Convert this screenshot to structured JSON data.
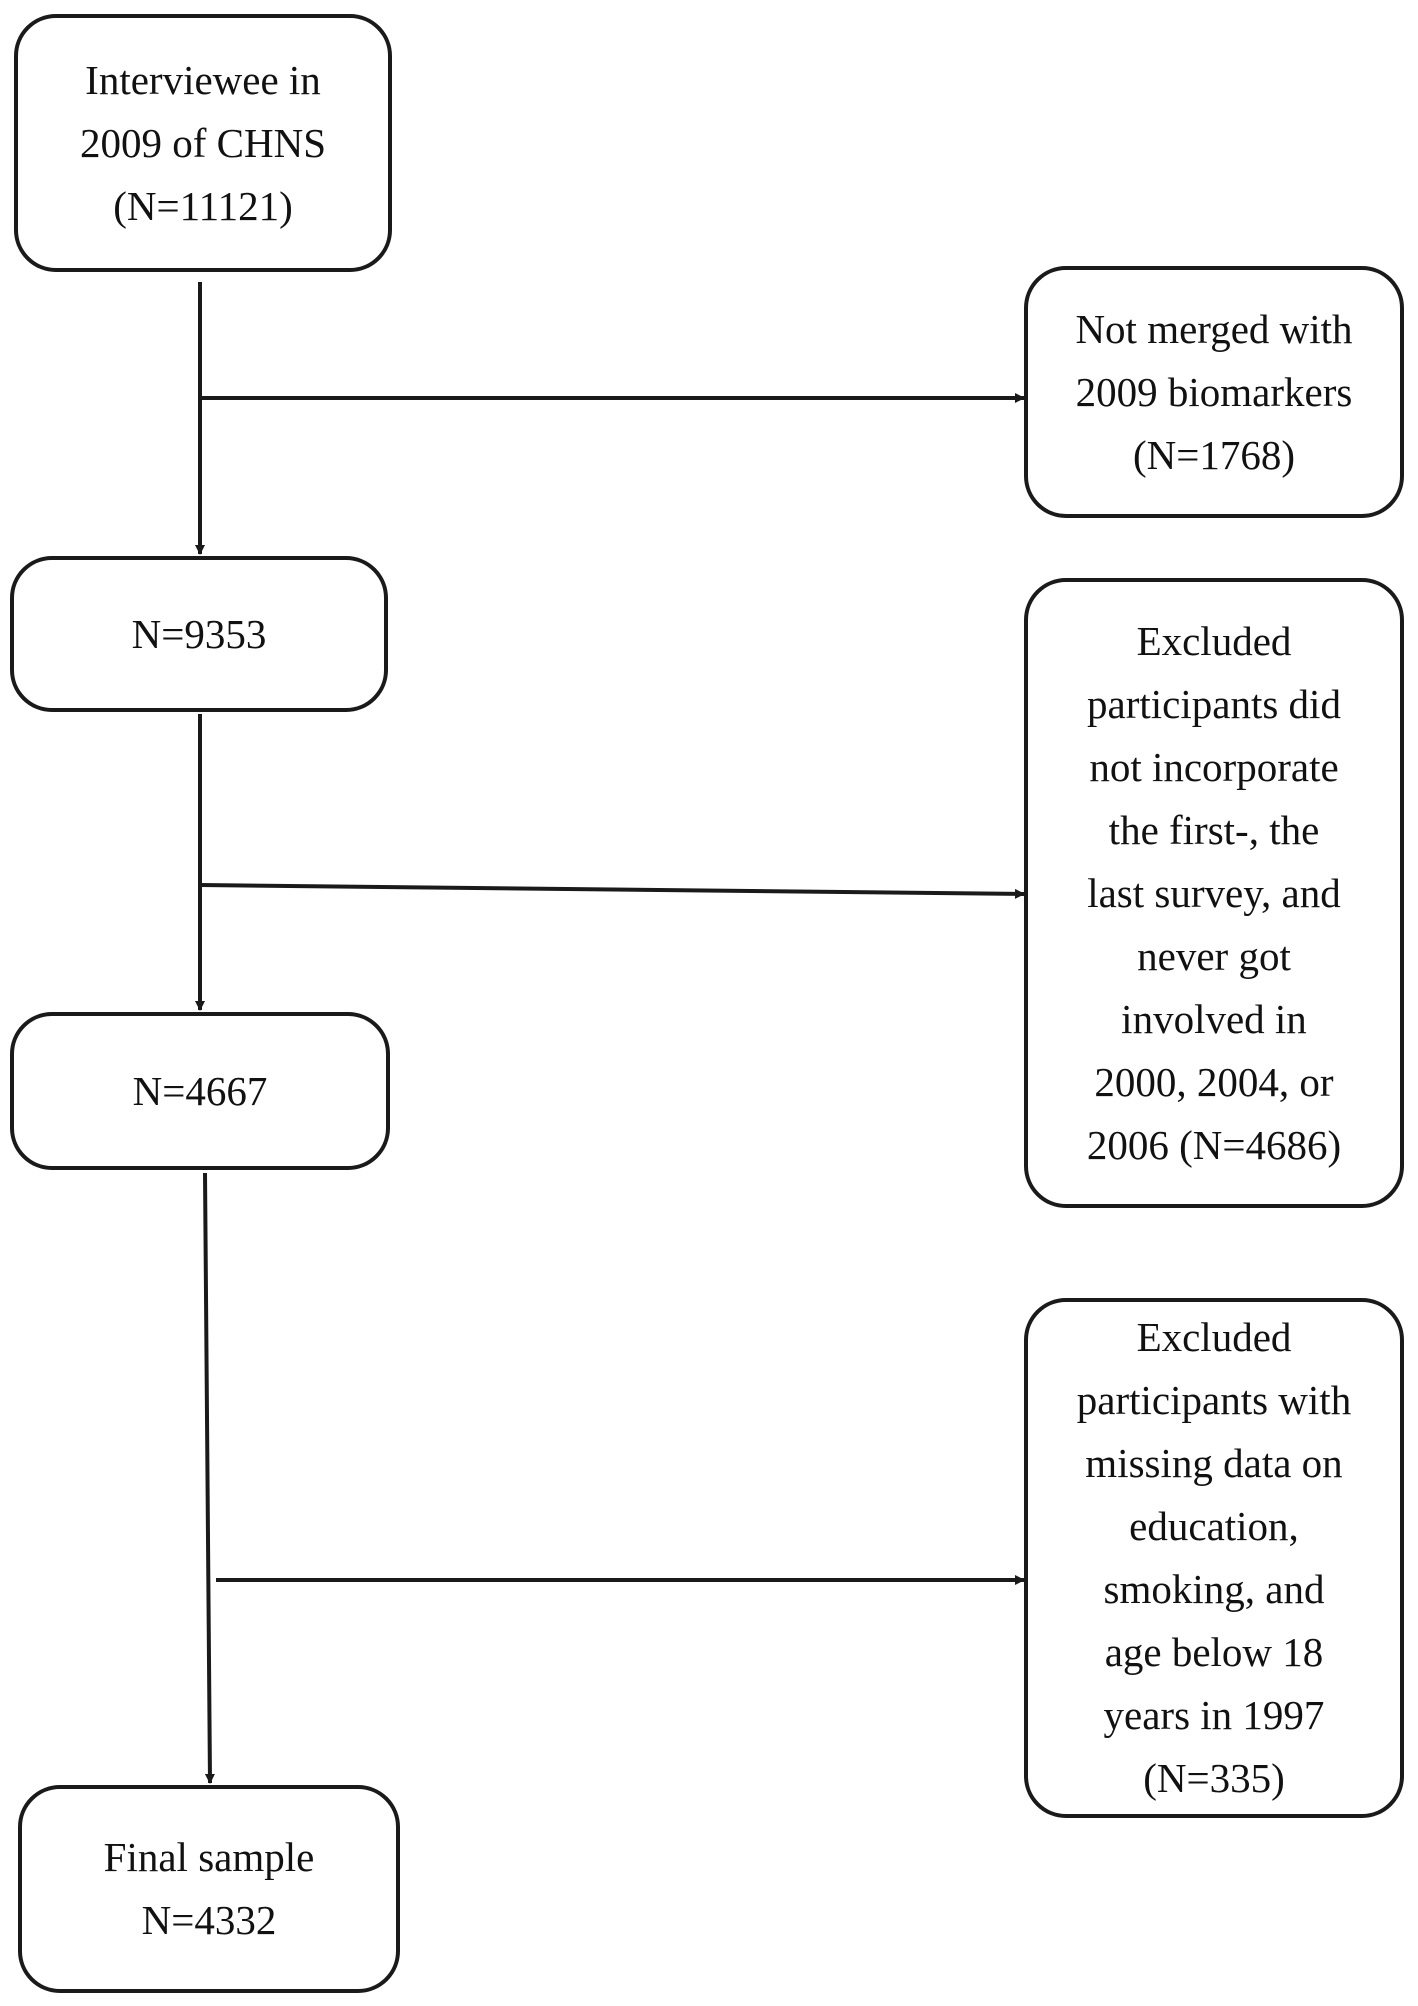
{
  "flowchart": {
    "main_steps": [
      "Interviewee in\n2009 of CHNS\n(N=11121)",
      "N=9353",
      "N=4667",
      "Final sample\nN=4332"
    ],
    "exclusions": [
      "Not merged with\n2009 biomarkers\n(N=1768)",
      "Excluded\nparticipants did\nnot incorporate\nthe first-, the\nlast survey, and\nnever got\ninvolved in\n2000, 2004, or\n2006 (N=4686)",
      "Excluded\nparticipants with\nmissing data on\neducation,\nsmoking, and\nage below 18\nyears in 1997\n(N=335)"
    ]
  },
  "colors": {
    "stroke": "#1a1a1a",
    "background": "#ffffff",
    "text": "#111111"
  }
}
